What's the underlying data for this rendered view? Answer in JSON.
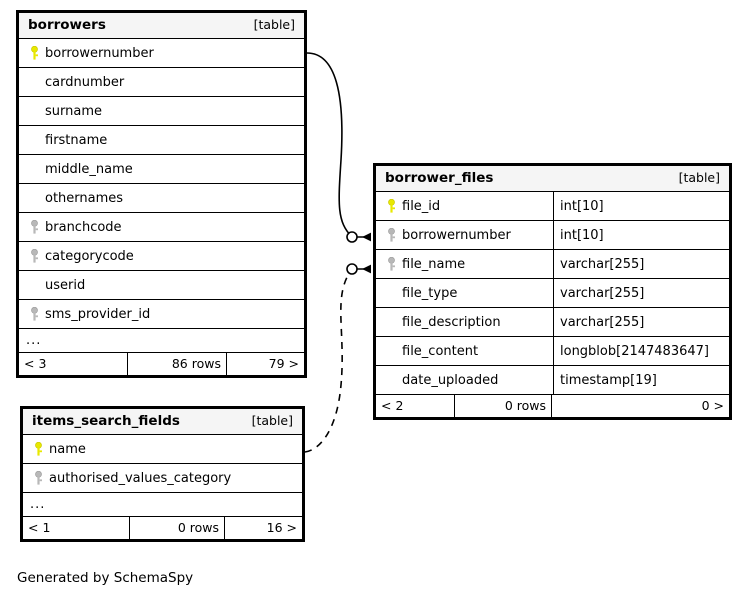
{
  "diagram": {
    "type": "entity-relationship-diagram",
    "generator_note": "Generated by SchemaSpy",
    "kind_label": "[table]",
    "ellipsis": "...",
    "rows_suffix": " rows"
  },
  "tables": [
    {
      "id": "borrowers",
      "name": "borrowers",
      "kind": "[table]",
      "columns": [
        {
          "name": "borrowernumber",
          "key": "primary",
          "type": ""
        },
        {
          "name": "cardnumber",
          "key": "none",
          "type": ""
        },
        {
          "name": "surname",
          "key": "none",
          "type": ""
        },
        {
          "name": "firstname",
          "key": "none",
          "type": ""
        },
        {
          "name": "middle_name",
          "key": "none",
          "type": ""
        },
        {
          "name": "othernames",
          "key": "none",
          "type": ""
        },
        {
          "name": "branchcode",
          "key": "foreign",
          "type": ""
        },
        {
          "name": "categorycode",
          "key": "foreign",
          "type": ""
        },
        {
          "name": "userid",
          "key": "none",
          "type": ""
        },
        {
          "name": "sms_provider_id",
          "key": "foreign",
          "type": ""
        }
      ],
      "truncated": true,
      "footer": {
        "prev": "< 3",
        "rows": "86 rows",
        "next": "79 >"
      }
    },
    {
      "id": "borrower_files",
      "name": "borrower_files",
      "kind": "[table]",
      "columns": [
        {
          "name": "file_id",
          "key": "primary",
          "type": "int[10]"
        },
        {
          "name": "borrowernumber",
          "key": "foreign",
          "type": "int[10]"
        },
        {
          "name": "file_name",
          "key": "foreign",
          "type": "varchar[255]"
        },
        {
          "name": "file_type",
          "key": "none",
          "type": "varchar[255]"
        },
        {
          "name": "file_description",
          "key": "none",
          "type": "varchar[255]"
        },
        {
          "name": "file_content",
          "key": "none",
          "type": "longblob[2147483647]"
        },
        {
          "name": "date_uploaded",
          "key": "none",
          "type": "timestamp[19]"
        }
      ],
      "truncated": false,
      "footer": {
        "prev": "< 2",
        "rows": "0 rows",
        "next": "0 >"
      }
    },
    {
      "id": "items_search_fields",
      "name": "items_search_fields",
      "kind": "[table]",
      "columns": [
        {
          "name": "name",
          "key": "primary",
          "type": ""
        },
        {
          "name": "authorised_values_category",
          "key": "foreign",
          "type": ""
        }
      ],
      "truncated": true,
      "footer": {
        "prev": "< 1",
        "rows": "0 rows",
        "next": "16 >"
      }
    }
  ],
  "relationships": [
    {
      "id": "borrowers-to-borrower-files",
      "from_table": "borrowers",
      "from_column": "borrowernumber",
      "to_table": "borrower_files",
      "to_column": "borrowernumber",
      "style": "solid"
    },
    {
      "id": "items-search-fields-to-borrower-files",
      "from_table": "items_search_fields",
      "from_column": "name",
      "to_table": "borrower_files",
      "to_column": "file_name",
      "style": "dashed"
    }
  ],
  "colors": {
    "primary_key": "#e8e800",
    "foreign_key": "#b3b3b3",
    "border": "#000000",
    "header_background": "#f5f5f5",
    "background": "#ffffff"
  },
  "icons": {
    "primary_key": "key-icon-primary",
    "foreign_key": "key-icon-foreign"
  }
}
